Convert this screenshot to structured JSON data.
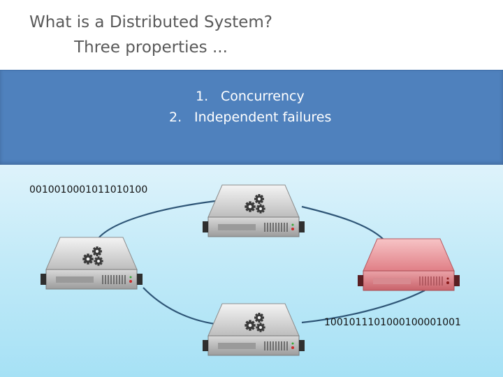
{
  "slide": {
    "title_line1": "What is a Distributed System?",
    "title_line2": "Three properties ...",
    "properties": [
      {
        "number": "1.",
        "text": "Concurrency"
      },
      {
        "number": "2.",
        "text": "Independent failures"
      }
    ],
    "message_top": "0010010001011010100",
    "message_bottom": "1001011101000100001001"
  },
  "colors": {
    "banner": "#4f81bd",
    "server_normal": "#c8c8c8",
    "server_failed": "#e8868c",
    "link": "#2f5677",
    "gear": "#3a3a3a"
  },
  "nodes": [
    {
      "id": "server-top",
      "state": "normal"
    },
    {
      "id": "server-left",
      "state": "normal"
    },
    {
      "id": "server-bottom",
      "state": "normal"
    },
    {
      "id": "server-right",
      "state": "failed"
    }
  ],
  "icons": [
    "gears-icon",
    "server-icon"
  ]
}
